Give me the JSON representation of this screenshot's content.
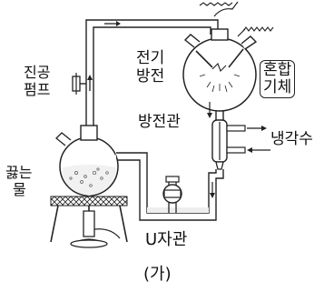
{
  "labels": {
    "vacuum_pump_line1": "진공",
    "vacuum_pump_line2": "펌프",
    "electric_discharge_line1": "전기",
    "electric_discharge_line2": "방전",
    "gas_mixture_line1": "혼합",
    "gas_mixture_line2": "기체",
    "discharge_tube": "방전관",
    "cooling_water": "냉각수",
    "boiling_water_line1": "끓는",
    "boiling_water_line2": "물",
    "u_tube": "U자관",
    "caption": "(가)"
  },
  "colors": {
    "stroke": "#222222",
    "background": "#ffffff"
  }
}
